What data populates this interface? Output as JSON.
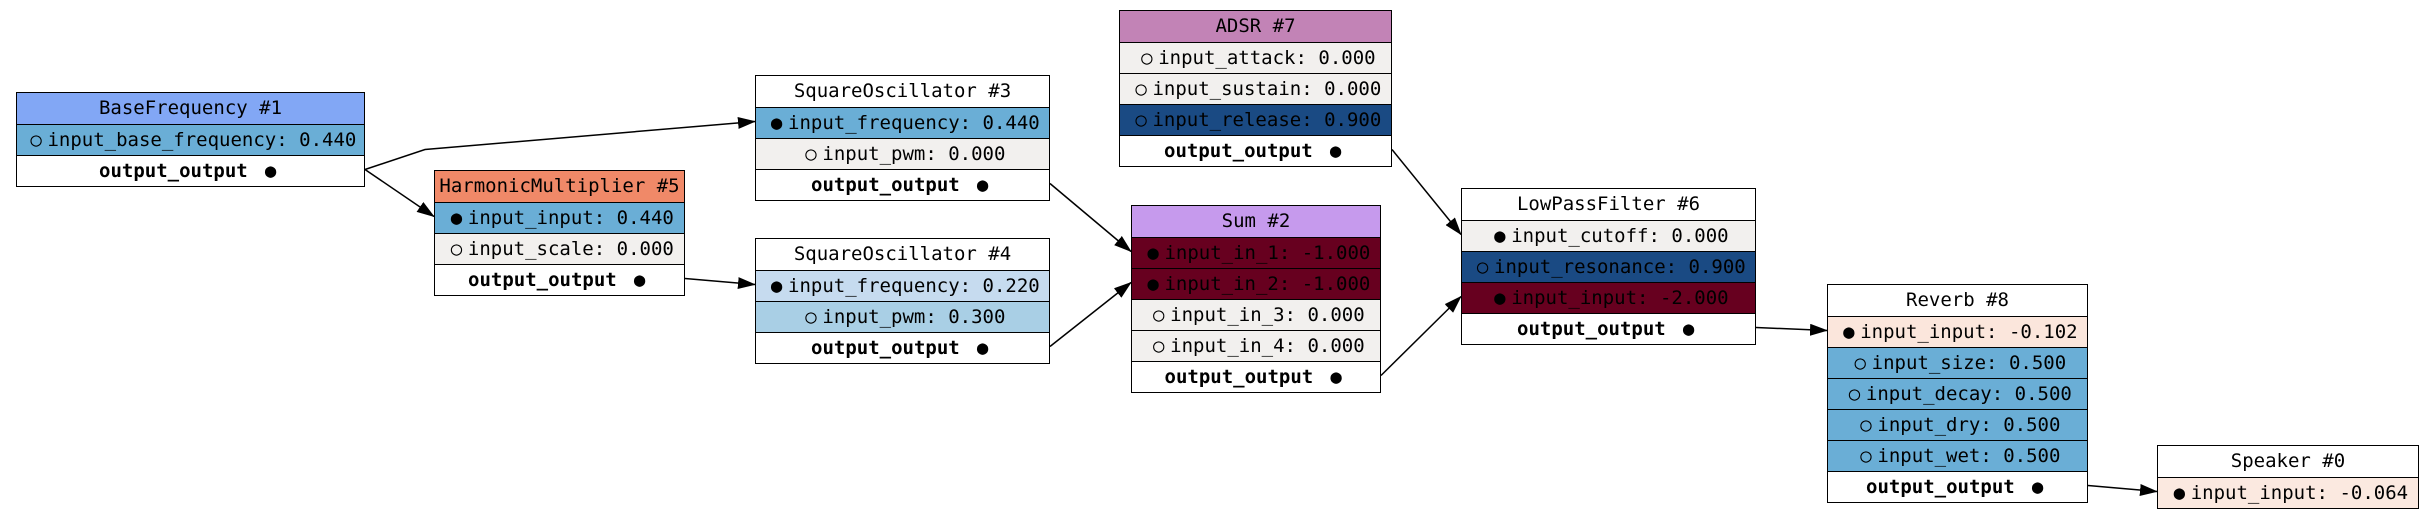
{
  "nodes": [
    {
      "id": "base",
      "title": "BaseFrequency #1",
      "title_color": "#82a7f5",
      "inputs": [
        {
          "name": "input_base_frequency",
          "value": "0.440",
          "connected": false,
          "color": "#6aaed6"
        }
      ],
      "output": "output_output"
    },
    {
      "id": "harm",
      "title": "HarmonicMultiplier #5",
      "title_color": "#f08968",
      "inputs": [
        {
          "name": "input_input",
          "value": "0.440",
          "connected": true,
          "color": "#6aaed6"
        },
        {
          "name": "input_scale",
          "value": "0.000",
          "connected": false,
          "color": "#f2f0ee"
        }
      ],
      "output": "output_output"
    },
    {
      "id": "sq3",
      "title": "SquareOscillator #3",
      "title_color": "#ffffff",
      "inputs": [
        {
          "name": "input_frequency",
          "value": "0.440",
          "connected": true,
          "color": "#6aaed6"
        },
        {
          "name": "input_pwm",
          "value": "0.000",
          "connected": false,
          "color": "#f2f0ee"
        }
      ],
      "output": "output_output"
    },
    {
      "id": "sq4",
      "title": "SquareOscillator #4",
      "title_color": "#ffffff",
      "inputs": [
        {
          "name": "input_frequency",
          "value": "0.220",
          "connected": true,
          "color": "#c6dbef"
        },
        {
          "name": "input_pwm",
          "value": "0.300",
          "connected": false,
          "color": "#a9cfe5"
        }
      ],
      "output": "output_output"
    },
    {
      "id": "adsr",
      "title": "ADSR #7",
      "title_color": "#c283b6",
      "inputs": [
        {
          "name": "input_attack",
          "value": "0.000",
          "connected": false,
          "color": "#f2f0ee"
        },
        {
          "name": "input_sustain",
          "value": "0.000",
          "connected": false,
          "color": "#f2f0ee"
        },
        {
          "name": "input_release",
          "value": "0.900",
          "connected": false,
          "color": "#1a4a83"
        }
      ],
      "output": "output_output"
    },
    {
      "id": "sum",
      "title": "Sum #2",
      "title_color": "#c69aed",
      "inputs": [
        {
          "name": "input_in_1",
          "value": "-1.000",
          "connected": true,
          "color": "#67001f"
        },
        {
          "name": "input_in_2",
          "value": "-1.000",
          "connected": true,
          "color": "#67001f"
        },
        {
          "name": "input_in_3",
          "value": "0.000",
          "connected": false,
          "color": "#f2f0ee"
        },
        {
          "name": "input_in_4",
          "value": "0.000",
          "connected": false,
          "color": "#f2f0ee"
        }
      ],
      "output": "output_output"
    },
    {
      "id": "lpf",
      "title": "LowPassFilter #6",
      "title_color": "#ffffff",
      "inputs": [
        {
          "name": "input_cutoff",
          "value": "0.000",
          "connected": true,
          "color": "#f2f0ee"
        },
        {
          "name": "input_resonance",
          "value": "0.900",
          "connected": false,
          "color": "#1a4a83"
        },
        {
          "name": "input_input",
          "value": "-2.000",
          "connected": true,
          "color": "#67001f"
        }
      ],
      "output": "output_output"
    },
    {
      "id": "reverb",
      "title": "Reverb #8",
      "title_color": "#ffffff",
      "inputs": [
        {
          "name": "input_input",
          "value": "-0.102",
          "connected": true,
          "color": "#fbe6dc"
        },
        {
          "name": "input_size",
          "value": "0.500",
          "connected": false,
          "color": "#6aaed6"
        },
        {
          "name": "input_decay",
          "value": "0.500",
          "connected": false,
          "color": "#6aaed6"
        },
        {
          "name": "input_dry",
          "value": "0.500",
          "connected": false,
          "color": "#6aaed6"
        },
        {
          "name": "input_wet",
          "value": "0.500",
          "connected": false,
          "color": "#6aaed6"
        }
      ],
      "output": "output_output"
    },
    {
      "id": "speaker",
      "title": "Speaker #0",
      "title_color": "#ffffff",
      "inputs": [
        {
          "name": "input_input",
          "value": "-0.064",
          "connected": true,
          "color": "#fbe9e0"
        }
      ],
      "output": null
    }
  ],
  "edges": [
    {
      "from": "base",
      "to": "sq3",
      "input": 0
    },
    {
      "from": "base",
      "to": "harm",
      "input": 0
    },
    {
      "from": "harm",
      "to": "sq4",
      "input": 0
    },
    {
      "from": "sq3",
      "to": "sum",
      "input": 0
    },
    {
      "from": "sq4",
      "to": "sum",
      "input": 1
    },
    {
      "from": "adsr",
      "to": "lpf",
      "input": 0
    },
    {
      "from": "sum",
      "to": "lpf",
      "input": 2
    },
    {
      "from": "lpf",
      "to": "reverb",
      "input": 0
    },
    {
      "from": "reverb",
      "to": "speaker",
      "input": 0
    }
  ]
}
